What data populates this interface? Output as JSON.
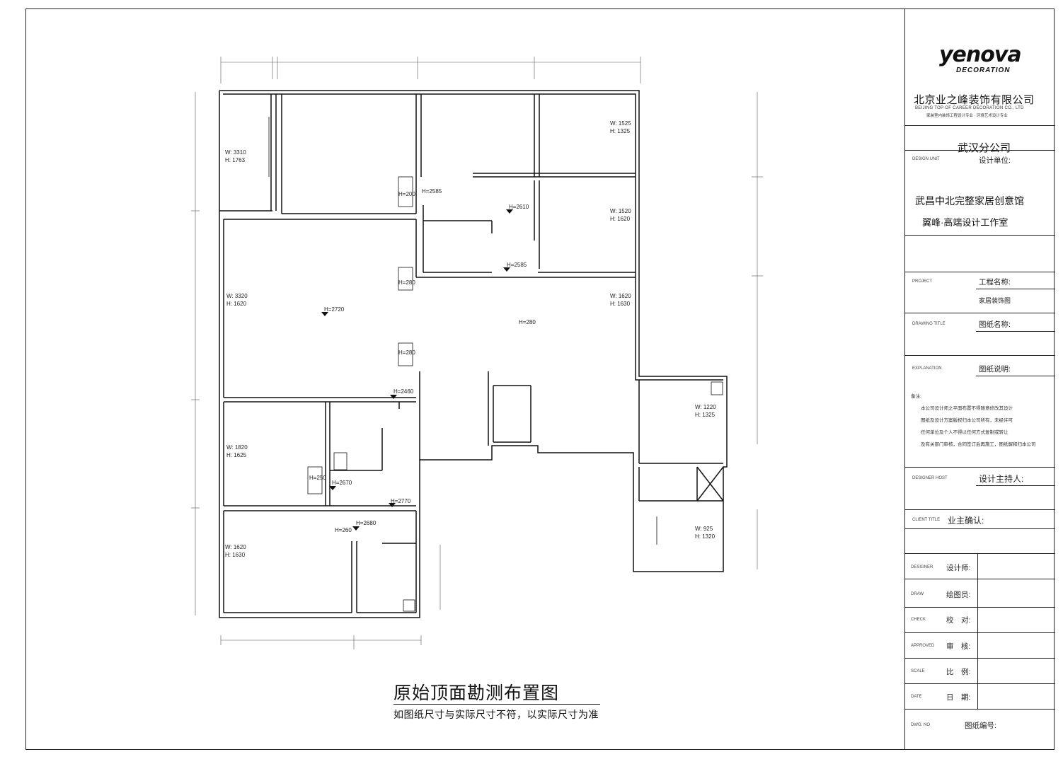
{
  "drawing": {
    "main_title": "原始顶面勘测布置图",
    "sub_title": "如图纸尺寸与实际尺寸不符，以实际尺寸为准"
  },
  "rooms": [
    {
      "w": "W: 3310",
      "h": "H: 1763"
    },
    {
      "w": "W: 1525",
      "h": "H: 1325"
    },
    {
      "w": "W: 1520",
      "h": "H: 1620"
    },
    {
      "w": "W: 3320",
      "h": "H: 1620"
    },
    {
      "w": "W: 1620",
      "h": "H: 1630"
    },
    {
      "w": "W: 1220",
      "h": "H: 1325"
    },
    {
      "w": "W: 1820",
      "h": "H: 1625"
    },
    {
      "w": "W: 1620",
      "h": "H: 1630"
    },
    {
      "w": "W: 925",
      "h": "H: 1320"
    }
  ],
  "heights": [
    "H=200",
    "H=2585",
    "H=2610",
    "H=2585",
    "H=280",
    "H=2720",
    "H=280",
    "H=280",
    "H=2460",
    "H=250",
    "H=2670",
    "H=2770",
    "H=2680",
    "H=260"
  ],
  "title_block": {
    "logo": "yenova",
    "logo_sub": "DECORATION",
    "company": "北京业之峰装饰有限公司",
    "company_en": "BEIJING TOP OF CAREER DECORATION CO., LTD",
    "company_tag": "家装室内装饰工程设计专业 · 环境艺术设计专业",
    "branch": "武汉分公司",
    "design_unit_en": "DESIGN UNIT",
    "design_unit_cn": "设计单位:",
    "studio_name": "武昌中北完整家居创意馆",
    "studio_sub": "翼峰·高端设计工作室",
    "project_en": "PROJECT",
    "project_cn": "工程名称:",
    "project_value": "家居装饰图",
    "drawing_title_en": "DRAWING TITLE",
    "drawing_title_cn": "图纸名称:",
    "explanation_en": "EXPLANATION",
    "explanation_cn": "图纸说明:",
    "notes_head": "备注:",
    "notes": [
      "本公司设计师之平面布置不得随意修改其设计",
      "图纸及设计方案版权归本公司所有，未经许可",
      "任何单位及个人不得以任何方式复制或转让",
      "及有关部门审核，合同签订后再施工，图纸解释归本公司"
    ],
    "designer_host_en": "DESIGNER HOST",
    "designer_host_cn": "设计主持人:",
    "client_en": "CLIENT TITLE",
    "client_cn": "业主确认:",
    "rows": [
      {
        "en": "DESIGNER",
        "cn": "设计师:"
      },
      {
        "en": "DRAW",
        "cn": "绘图员:"
      },
      {
        "en": "CHECK",
        "cn": "校　对:"
      },
      {
        "en": "APPROVED",
        "cn": "审　核:"
      },
      {
        "en": "SCALE",
        "cn": "比　例:"
      },
      {
        "en": "DATE",
        "cn": "日　期:"
      }
    ],
    "dwg_no_en": "DWG. NO",
    "dwg_no_cn": "图纸编号:"
  }
}
